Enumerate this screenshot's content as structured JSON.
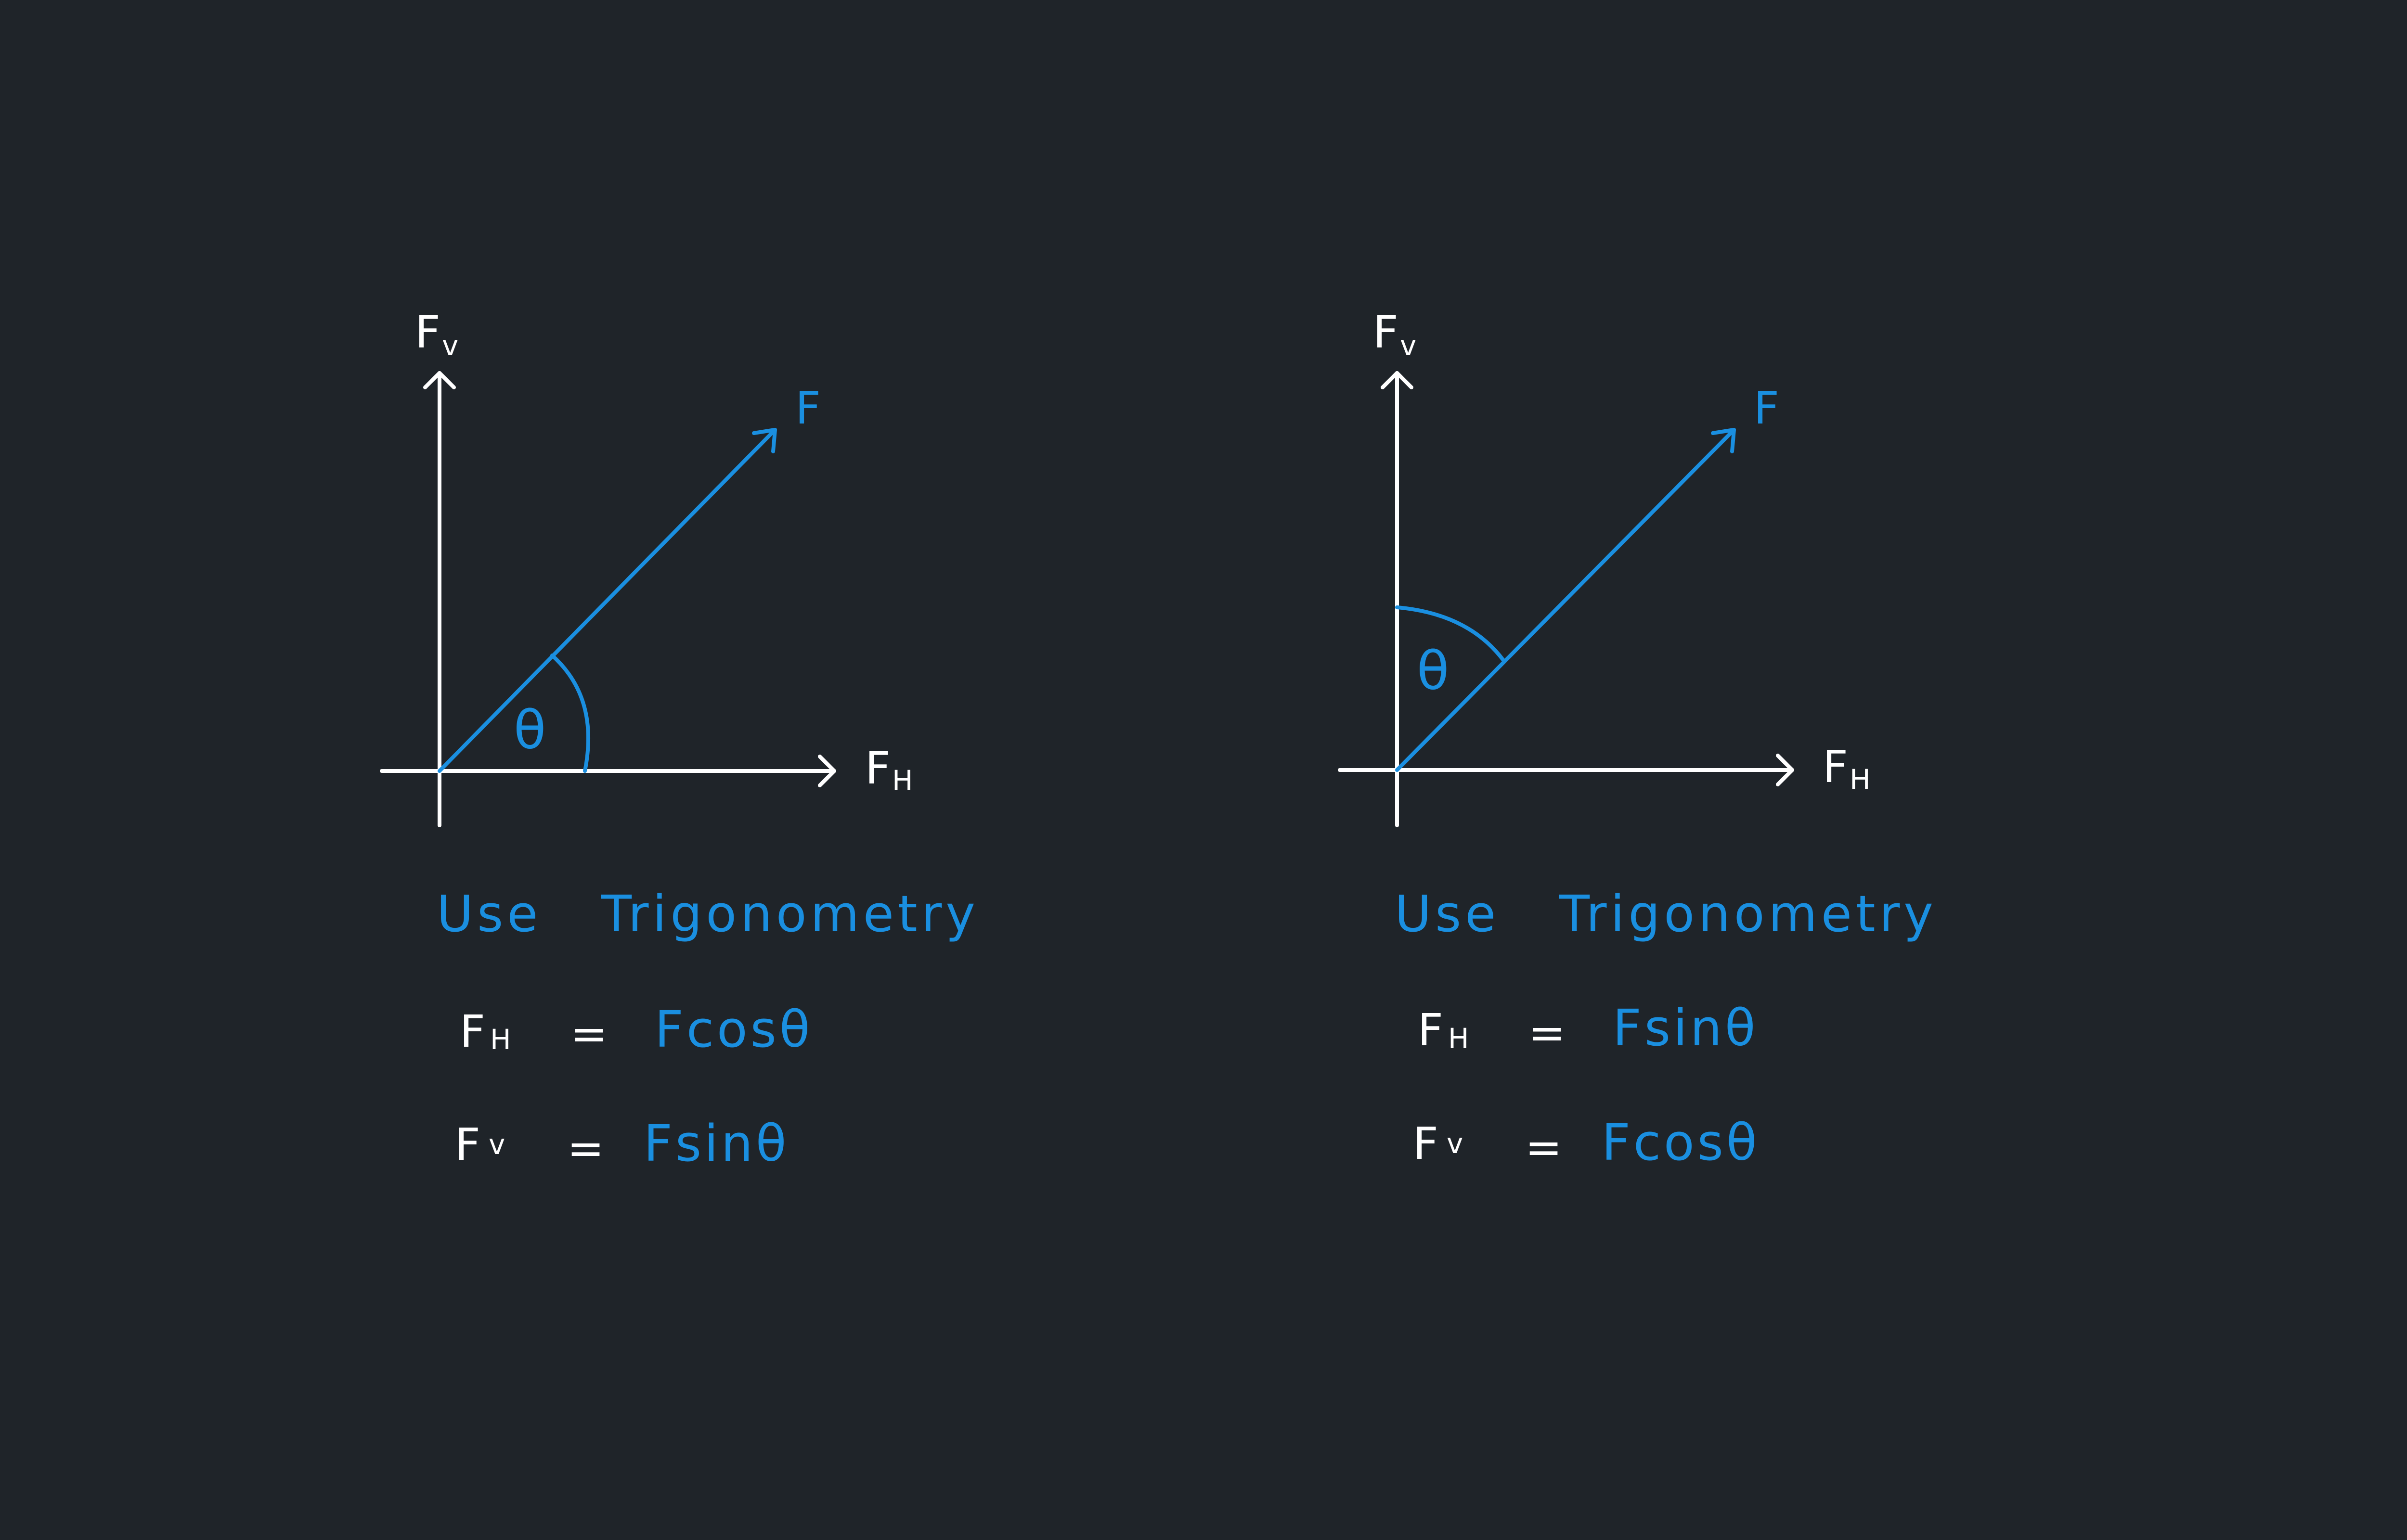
{
  "colors": {
    "background": "#1f2429",
    "axis": "#ffffff",
    "accent": "#1a8fe0"
  },
  "diagrams": [
    {
      "id": "left",
      "vertical_axis_label": {
        "main": "F",
        "sub": "v"
      },
      "horizontal_axis_label": {
        "main": "F",
        "sub": "H"
      },
      "force_label": "F",
      "angle_label": "θ",
      "angle_measured_from": "horizontal",
      "heading": "Use   Trigonometry",
      "equations": [
        {
          "lhs_main": "F",
          "lhs_sub": "H",
          "equals": "=",
          "rhs": "Fcosθ"
        },
        {
          "lhs_main": "F",
          "lhs_sub": "v",
          "equals": "=",
          "rhs": "Fsinθ"
        }
      ]
    },
    {
      "id": "right",
      "vertical_axis_label": {
        "main": "F",
        "sub": "v"
      },
      "horizontal_axis_label": {
        "main": "F",
        "sub": "H"
      },
      "force_label": "F",
      "angle_label": "θ",
      "angle_measured_from": "vertical",
      "heading": "Use   Trigonometry",
      "equations": [
        {
          "lhs_main": "F",
          "lhs_sub": "H",
          "equals": "=",
          "rhs": "Fsinθ"
        },
        {
          "lhs_main": "F",
          "lhs_sub": "v",
          "equals": "=",
          "rhs": "Fcosθ"
        }
      ]
    }
  ]
}
